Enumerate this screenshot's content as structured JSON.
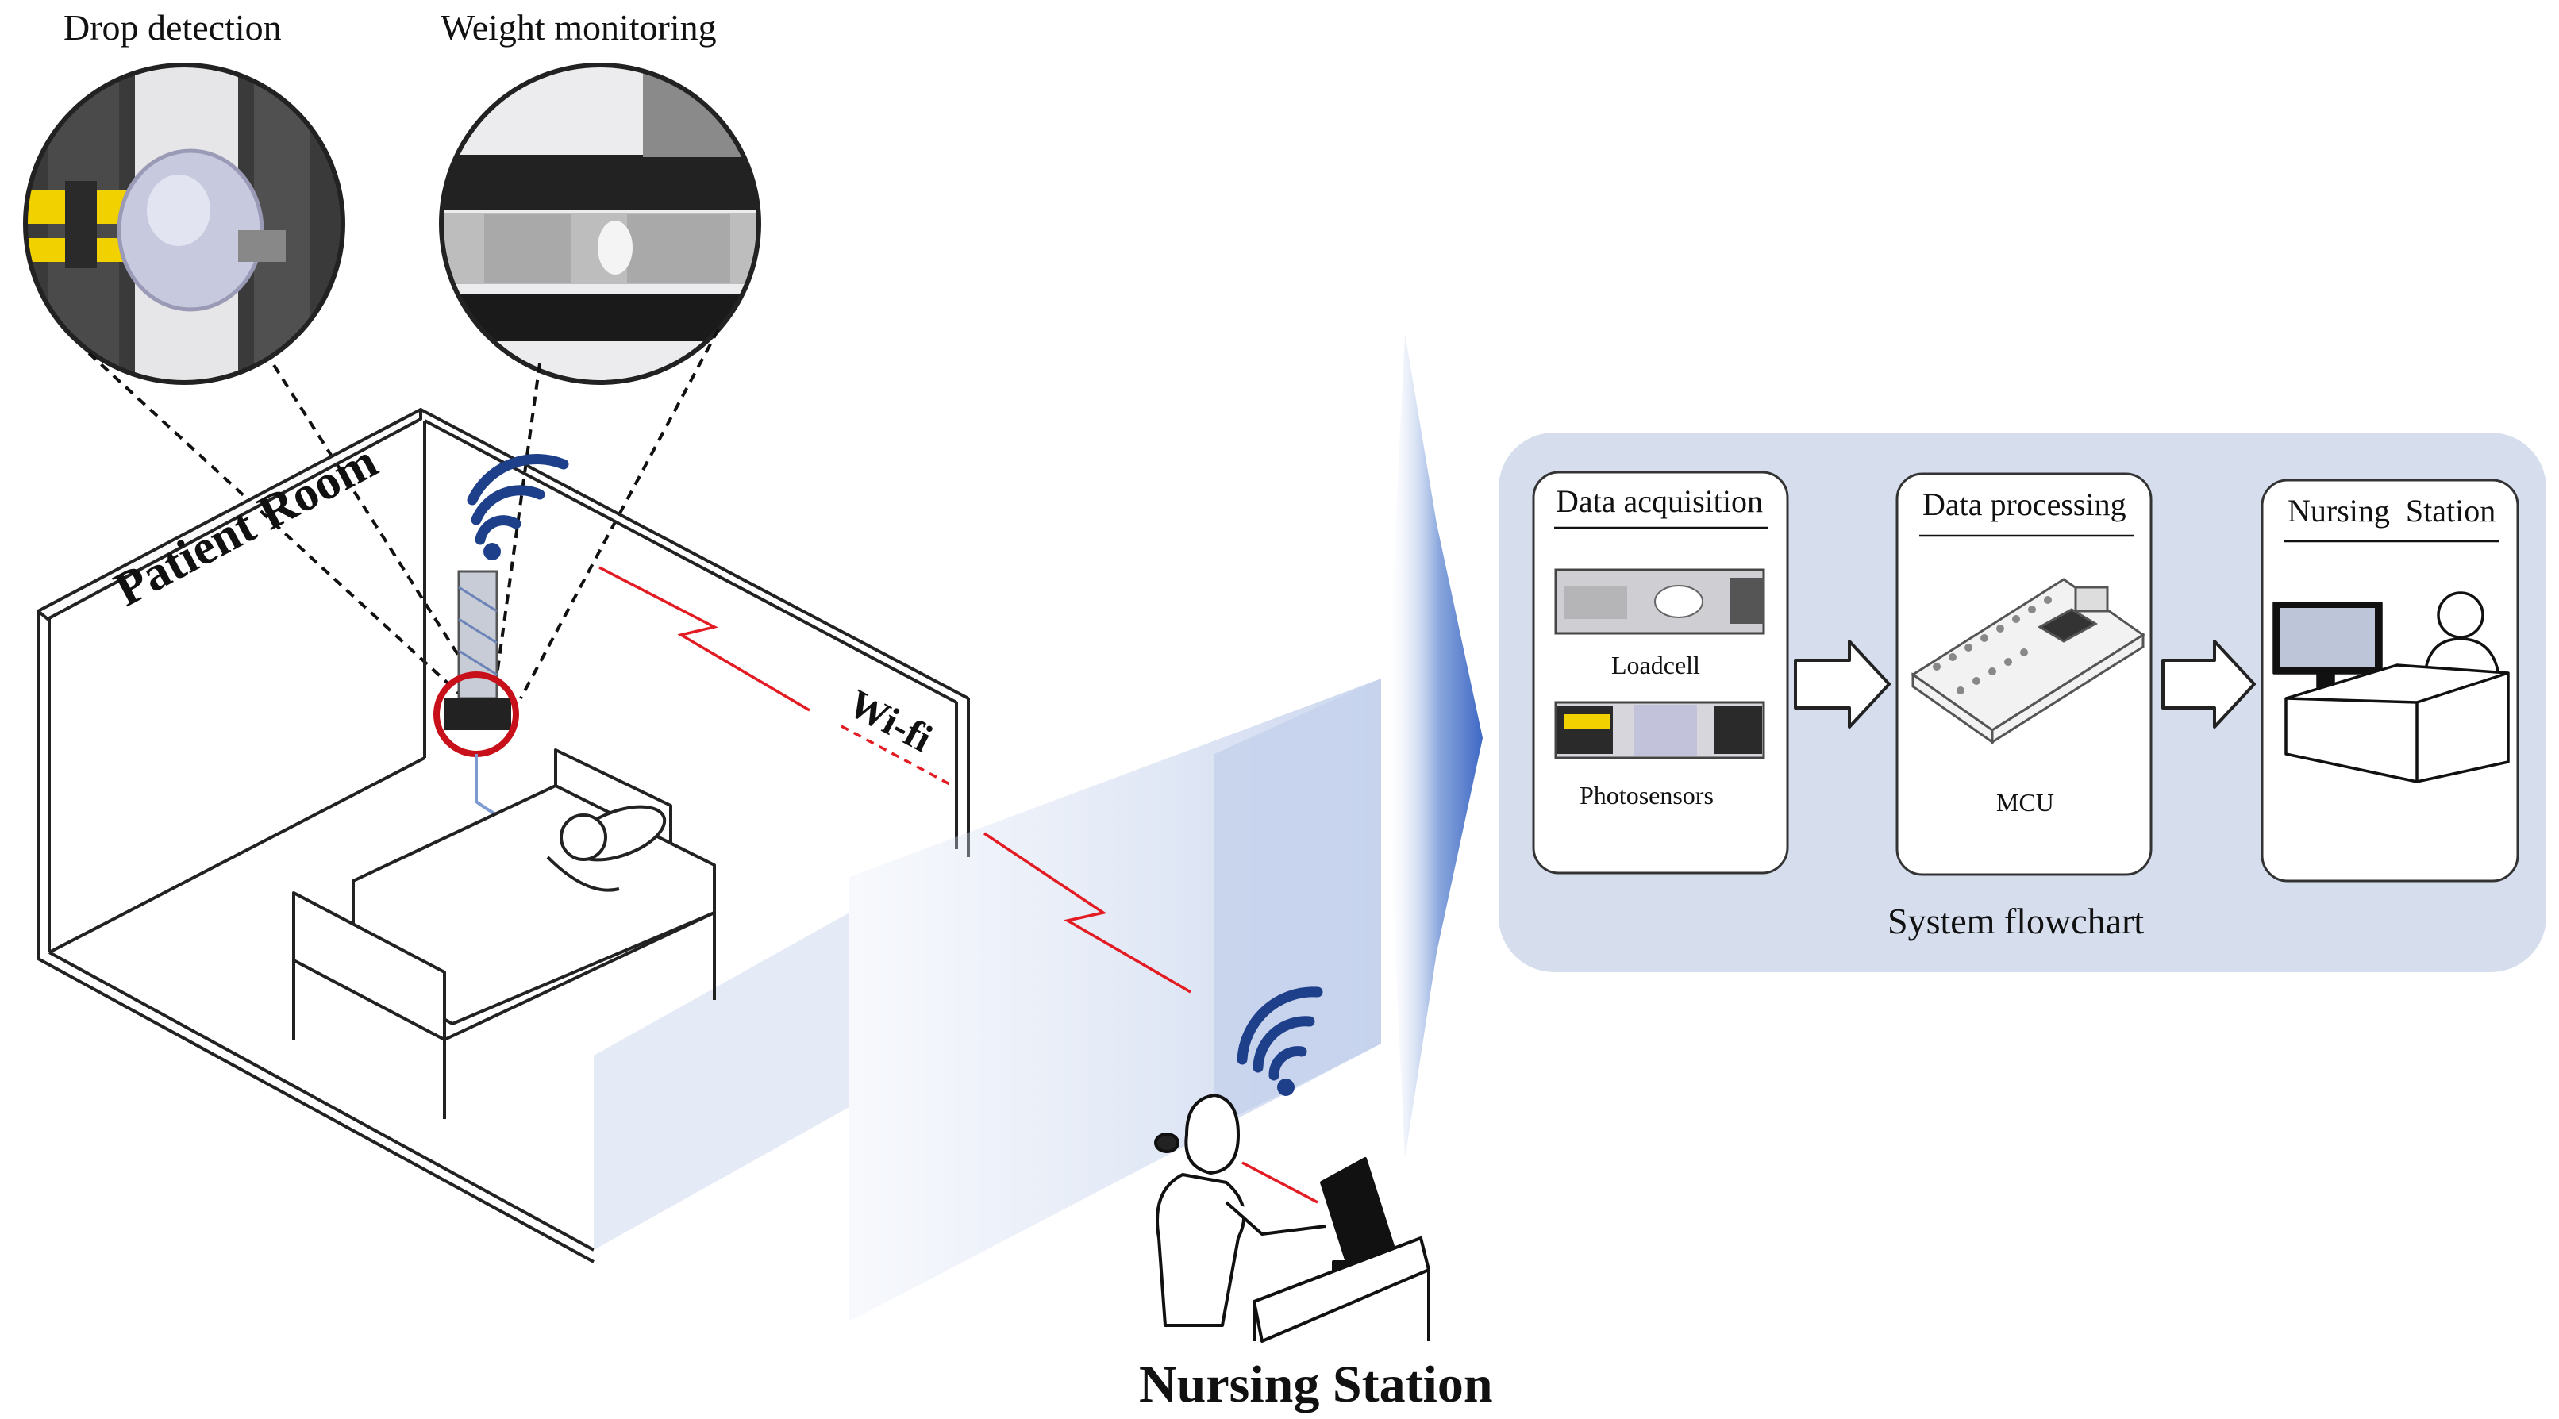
{
  "labels": {
    "drop_detection": "Drop detection",
    "weight_monitoring": "Weight monitoring",
    "patient_room": "Patient Room",
    "wifi": "Wi-fi",
    "nursing_station_main": "Nursing Station"
  },
  "flowchart": {
    "caption": "System flowchart",
    "cards": [
      {
        "title": "Data acquisition",
        "items": [
          "Loadcell",
          "Photosensors"
        ]
      },
      {
        "title": "Data processing",
        "items": [
          "MCU"
        ]
      },
      {
        "title": "Nursing  Station",
        "items": []
      }
    ]
  },
  "colors": {
    "panel_fill": "#d6deee",
    "arrow_blue": "#6f8fcf",
    "wifi_blue": "#1e3f8a",
    "signal_red": "#e31b23",
    "magnifier_ring": "#c8101a",
    "sensor_yellow": "#f2d100"
  }
}
